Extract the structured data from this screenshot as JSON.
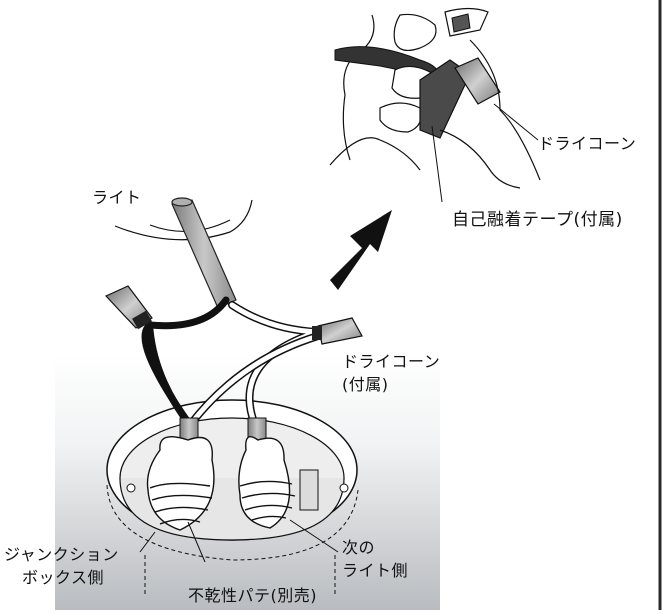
{
  "labels": {
    "light": "ライト",
    "dry_cone_top": "ドライコーン",
    "tape": "自己融着テープ(付属)",
    "dry_cone_mid_1": "ドライコーン",
    "dry_cone_mid_2": "(付属)",
    "junction_1": "ジャンクション",
    "junction_2": "ボックス側",
    "next_1": "次の",
    "next_2": "ライト側",
    "putty": "不乾性パテ(別売)"
  },
  "colors": {
    "frame": "#2a2a2a",
    "gradient_top": "#ffffff",
    "gradient_bottom": "#b9bcc0",
    "black_wire": "#111111",
    "white_wire": "#ffffff",
    "grey_part": "#9a9a9a",
    "arrow": "#111111"
  }
}
